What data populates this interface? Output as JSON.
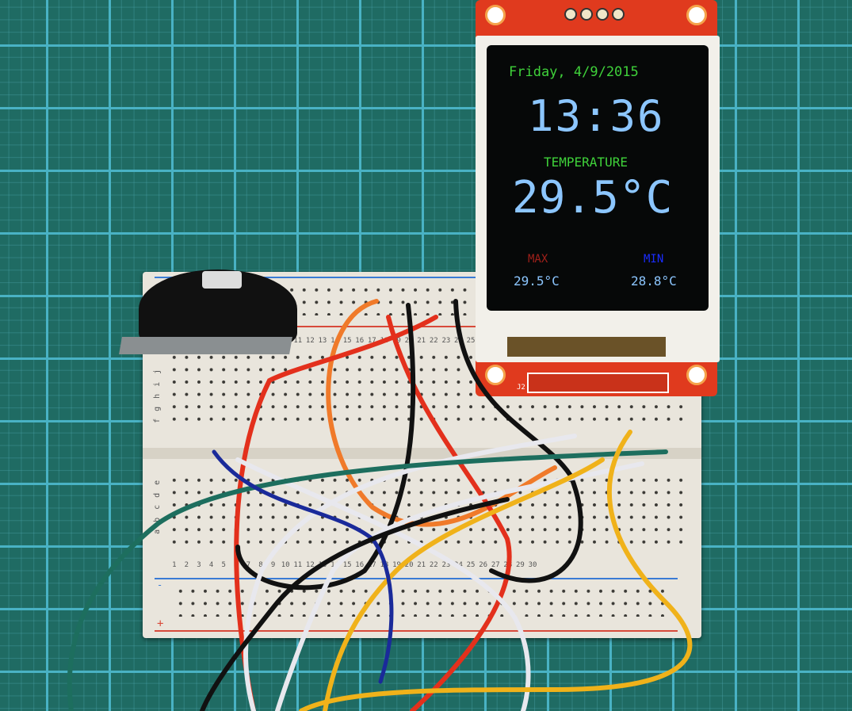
{
  "display": {
    "date": "Friday, 4/9/2015",
    "time": "13:36",
    "temperature_label": "TEMPERATURE",
    "temperature": "29.5°C",
    "max_label": "MAX",
    "min_label": "MIN",
    "max_value": "29.5°C",
    "min_value": "28.8°C"
  },
  "pcb": {
    "connector_label": "J2"
  },
  "breadboard": {
    "column_numbers": [
      "1",
      "2",
      "3",
      "4",
      "5",
      "6",
      "7",
      "8",
      "9",
      "10",
      "11",
      "12",
      "13",
      "14",
      "15",
      "16",
      "17",
      "18",
      "19",
      "20",
      "21",
      "22",
      "23",
      "24",
      "25",
      "26",
      "27",
      "28",
      "29",
      "30"
    ],
    "row_letters_top": [
      "j",
      "i",
      "h",
      "g",
      "f"
    ],
    "row_letters_bottom": [
      "e",
      "d",
      "c",
      "b",
      "a"
    ],
    "rail_plus": "+",
    "rail_minus": "-"
  },
  "colors": {
    "background": "#1f6b63",
    "grid": "#49b2c4",
    "screen_text_blue": "#8cc6ff",
    "screen_text_green": "#3fd13a",
    "max_red": "#a0201a",
    "min_blue": "#1a2cff",
    "pcb_red": "#e03a1e"
  }
}
